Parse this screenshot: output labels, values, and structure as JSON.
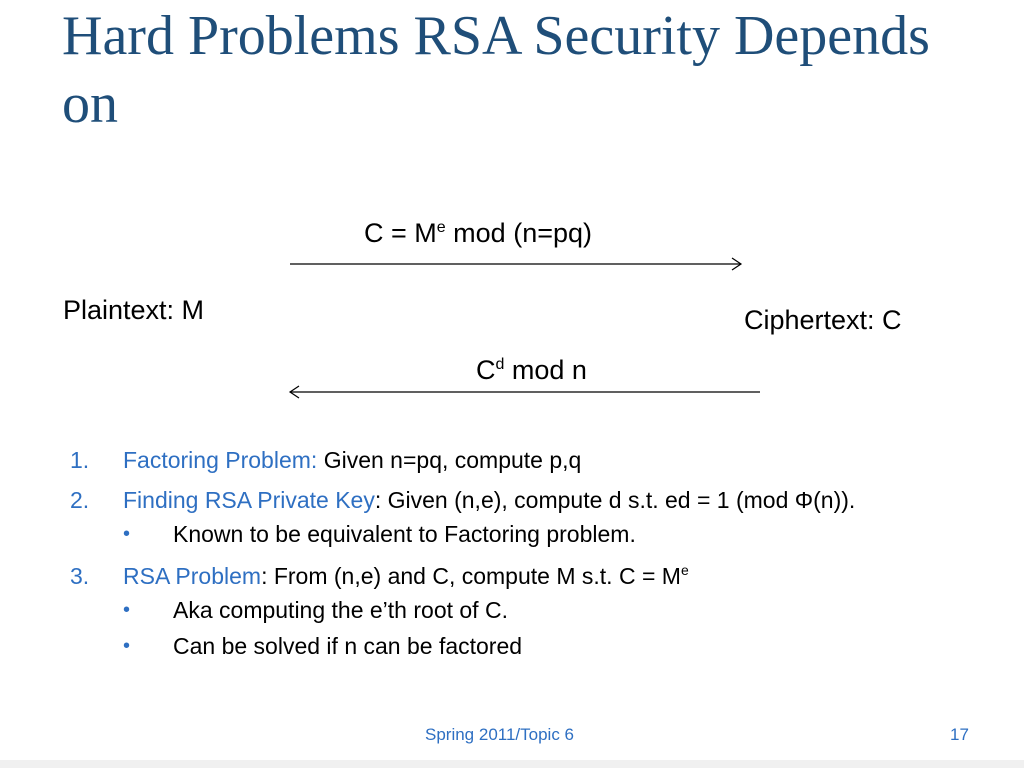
{
  "slide": {
    "title": "Hard Problems RSA Security Depends on",
    "diagram": {
      "encrypt": {
        "pre": "C = M",
        "sup": "e",
        "post": " mod (n=pq)"
      },
      "decrypt": {
        "pre": "C",
        "sup": "d",
        "post": " mod n"
      },
      "plaintext": "Plaintext: M",
      "ciphertext": "Ciphertext: C"
    },
    "items": [
      {
        "num": "1.",
        "label": "Factoring Problem:",
        "text": " Given n=pq, compute p,q"
      },
      {
        "num": "2.",
        "label": "Finding RSA Private Key",
        "text": ": Given (n,e), compute d s.t. ed = 1 (mod Φ(n)).",
        "sub": [
          "Known to be equivalent to Factoring problem."
        ]
      },
      {
        "num": "3.",
        "label": "RSA Problem",
        "text": ": From (n,e) and C, compute M s.t. C = M",
        "sup": "e",
        "sub": [
          "Aka computing the e’th root of C.",
          "Can be solved if n can be factored"
        ]
      }
    ],
    "bullet_char": "•",
    "colors": {
      "title": "#1f4e79",
      "accent": "#2e6fc2"
    }
  },
  "footer": {
    "center": "Spring 2011/Topic 6",
    "page": "17"
  }
}
